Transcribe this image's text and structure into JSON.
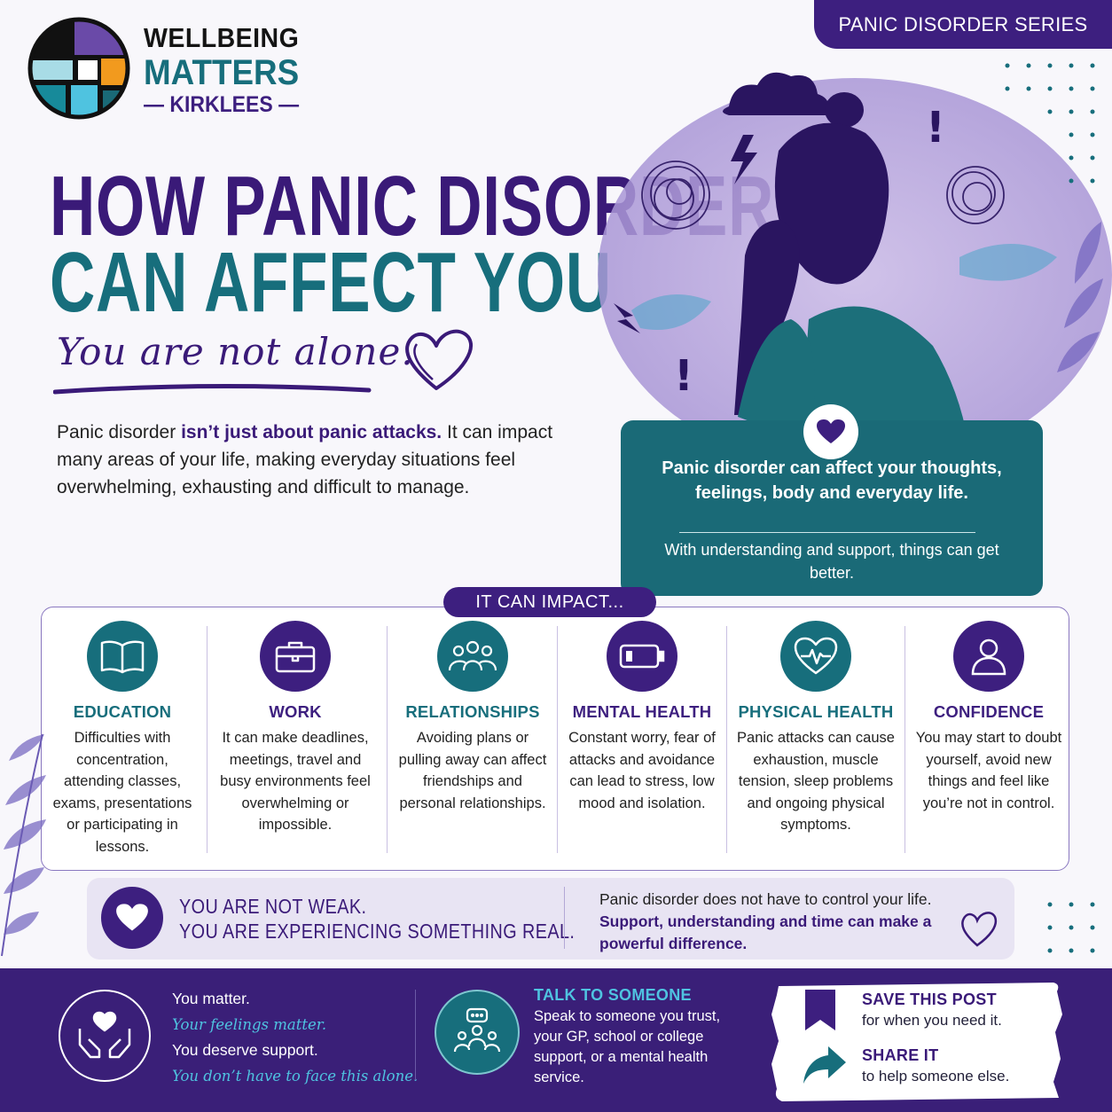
{
  "series_tab": "PANIC DISORDER SERIES",
  "logo": {
    "line1": "WELLBEING",
    "line2": "MATTERS",
    "line3": "— KIRKLEES —"
  },
  "headline": {
    "line1": "HOW PANIC DISORDER",
    "line2": "CAN AFFECT YOU"
  },
  "tagline": "You are not alone.",
  "intro": {
    "lead": "Panic disorder ",
    "highlight": "isn’t just about panic attacks.",
    "rest": "It can impact many areas of your life, making everyday situations feel overwhelming, exhausting and difficult to manage."
  },
  "info_box": {
    "main": "Panic disorder can affect your thoughts, feelings, body and everyday life.",
    "sub": "With understanding and support, things can get better."
  },
  "impact_label": "IT CAN IMPACT...",
  "impacts": [
    {
      "title": "EDUCATION",
      "icon": "book-icon",
      "desc": "Difficulties with concentration, attending classes, exams, presentations or participating in lessons."
    },
    {
      "title": "WORK",
      "icon": "briefcase-icon",
      "desc": "It can make deadlines, meetings, travel and busy environments feel overwhelming or impossible."
    },
    {
      "title": "RELATIONSHIPS",
      "icon": "group-icon",
      "desc": "Avoiding plans or pulling away can affect friendships and personal relationships."
    },
    {
      "title": "MENTAL HEALTH",
      "icon": "low-battery-icon",
      "desc": "Constant worry, fear of attacks and avoidance can lead to stress, low mood and isolation."
    },
    {
      "title": "PHYSICAL HEALTH",
      "icon": "heartbeat-icon",
      "desc": "Panic attacks can cause exhaustion, muscle tension, sleep problems and ongoing physical symptoms."
    },
    {
      "title": "CONFIDENCE",
      "icon": "person-icon",
      "desc": "You may start to doubt yourself, avoid new things and feel like you’re not in control."
    }
  ],
  "weak_banner": {
    "line1": "YOU ARE NOT WEAK.",
    "line2": "YOU ARE EXPERIENCING SOMETHING REAL.",
    "right_plain": "Panic disorder does not have to control your life.",
    "right_bold": "Support, understanding and time can make a powerful difference."
  },
  "footer": {
    "matter": {
      "l1": "You matter.",
      "l2": "Your feelings matter.",
      "l3": "You deserve support.",
      "l4": "You don’t have to face this alone."
    },
    "talk": {
      "title": "TALK TO SOMEONE",
      "desc": "Speak to someone you trust, your GP, school or college support, or a mental health service."
    },
    "save": {
      "title": "SAVE THIS POST",
      "desc": "for when you need it."
    },
    "share": {
      "title": "SHARE IT",
      "desc": "to help someone else."
    }
  },
  "colors": {
    "purple": "#3d1f7f",
    "teal": "#176e7c",
    "light_purple": "#e8e4f3",
    "footer": "#3a1f78",
    "accent_blue": "#4fc3e0"
  }
}
